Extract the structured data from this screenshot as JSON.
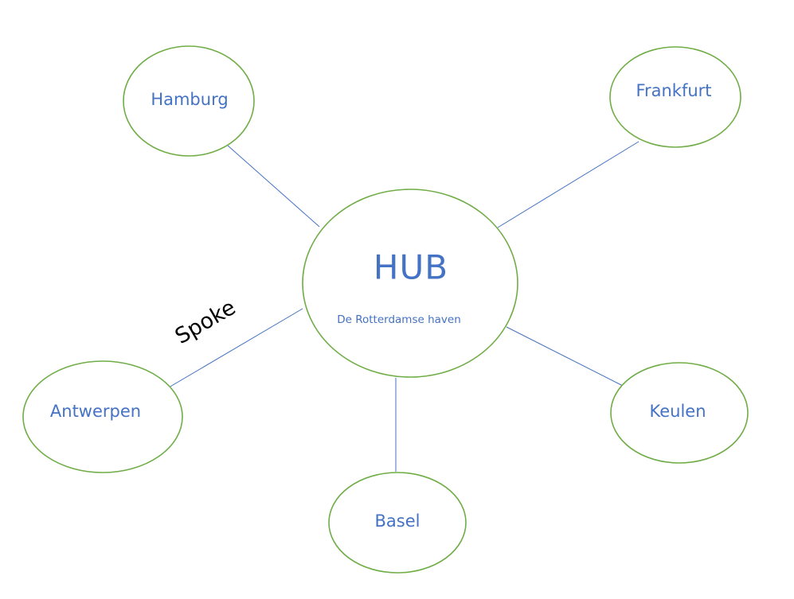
{
  "hub": {
    "title": "HUB",
    "subtitle": "De Rotterdamse haven"
  },
  "nodes": [
    {
      "id": "hamburg",
      "label": "Hamburg"
    },
    {
      "id": "frankfurt",
      "label": "Frankfurt"
    },
    {
      "id": "antwerpen",
      "label": "Antwerpen"
    },
    {
      "id": "keulen",
      "label": "Keulen"
    },
    {
      "id": "basel",
      "label": "Basel"
    }
  ],
  "annotation": "Spoke",
  "colors": {
    "node_outline": "#70ad47",
    "edge": "#4472c4",
    "node_text": "#4472c4",
    "annotation_text": "#000000"
  }
}
